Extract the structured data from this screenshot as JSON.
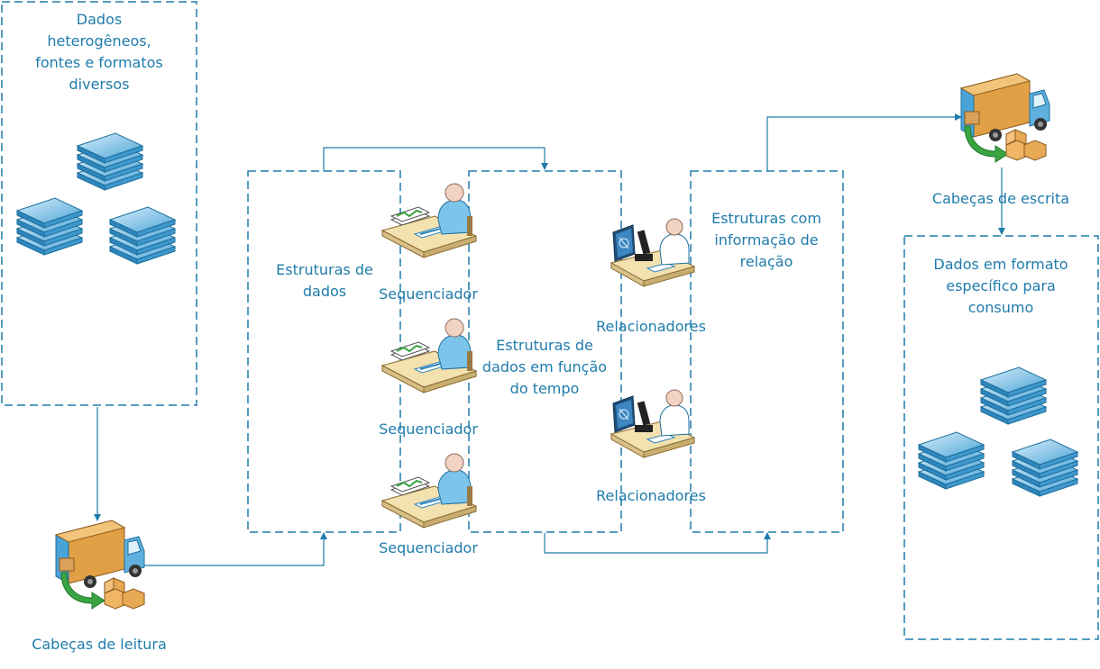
{
  "colors": {
    "line": "#1f7cab",
    "text": "#1f7cab",
    "arrow_green": "#3aa342",
    "truck_body": "#e1a046",
    "stack_blue": "#5fb0dd"
  },
  "boxes": {
    "source": "Dados\nheterogêneos,\nfontes e formatos\ndiversos",
    "structures": "Estruturas de\ndados",
    "time": "Estruturas de\ndados em função\ndo tempo",
    "relation": "Estruturas com\ninformação de\nrelação",
    "output": "Dados em formato\nespecífico para\nconsumo"
  },
  "read_heads": "Cabeças de leitura",
  "write_heads": "Cabeças de escrita",
  "sequencers": [
    "Sequenciador",
    "Sequenciador",
    "Sequenciador"
  ],
  "relators": [
    "Relacionadores",
    "Relacionadores"
  ],
  "icons": {
    "database": "stacked-disks-icon",
    "truck": "delivery-truck-icon",
    "sequencer": "worker-at-desk-icon",
    "relator": "scientist-microscope-icon"
  }
}
